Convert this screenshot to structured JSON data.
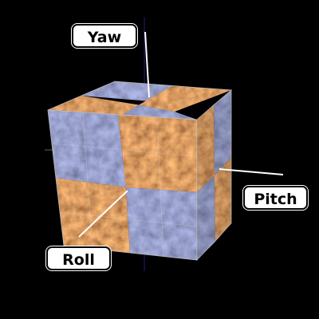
{
  "labels": {
    "yaw": "Yaw",
    "pitch": "Pitch",
    "roll": "Roll"
  },
  "colors": {
    "background": "#000000",
    "orange_texture": "#8a3e1a",
    "blue_texture": "#4a4f80",
    "grid_line": "#c8c8c8",
    "axis_green": "#2a6a2a",
    "axis_blue": "#1a1a5a",
    "callout_fill": "#ffffff",
    "callout_text": "#000000"
  },
  "icons": {
    "object": "checkered-cube-icon"
  }
}
